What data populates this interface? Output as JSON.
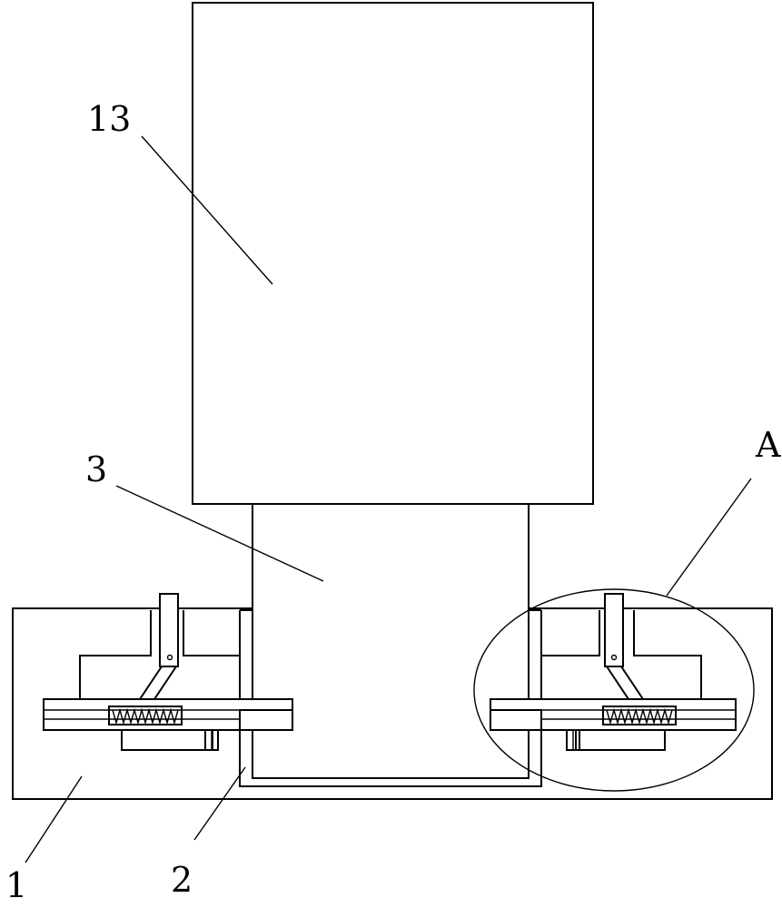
{
  "labels": {
    "part_13": "13",
    "part_3": "3",
    "part_A": "A",
    "part_1": "1",
    "part_2": "2"
  }
}
